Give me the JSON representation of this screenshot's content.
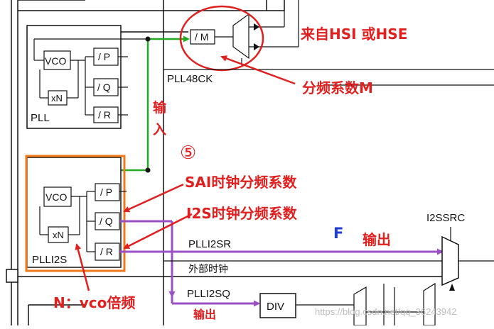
{
  "blocks": {
    "pll_label": "PLL",
    "plli2s_label": "PLLI2S",
    "vco": "VCO",
    "div_p": "/ P",
    "div_q": "/ Q",
    "div_r": "/ R",
    "xn": "xN",
    "div_m": "/ M",
    "div_block": "DIV"
  },
  "signals": {
    "pll48ck": "PLL48CK",
    "plli2sr": "PLLI2SR",
    "plli2sq": "PLLI2SQ",
    "external_clock": "外部时钟",
    "i2ssrc": "I2SSRC"
  },
  "annotations": {
    "source": "来自HSI 或HSE",
    "divider_m": "分频系数M",
    "input": "输入",
    "circled_five": "⑤",
    "sai_divider": "SAI时钟分频系数",
    "i2s_divider": "I2S时钟分频系数",
    "letter_f": "F",
    "output_right": "输出",
    "output_bottom": "输出",
    "n_multiplier": "N：vco倍频"
  },
  "watermark": "https://blog.csdn.net/qq_36243942",
  "colors": {
    "annotation_red": "#e01f1f",
    "input_green": "#22aa22",
    "output_purple": "#9b4fc4",
    "highlight_orange": "#f07a1a",
    "letter_blue": "#1e3cd8"
  }
}
